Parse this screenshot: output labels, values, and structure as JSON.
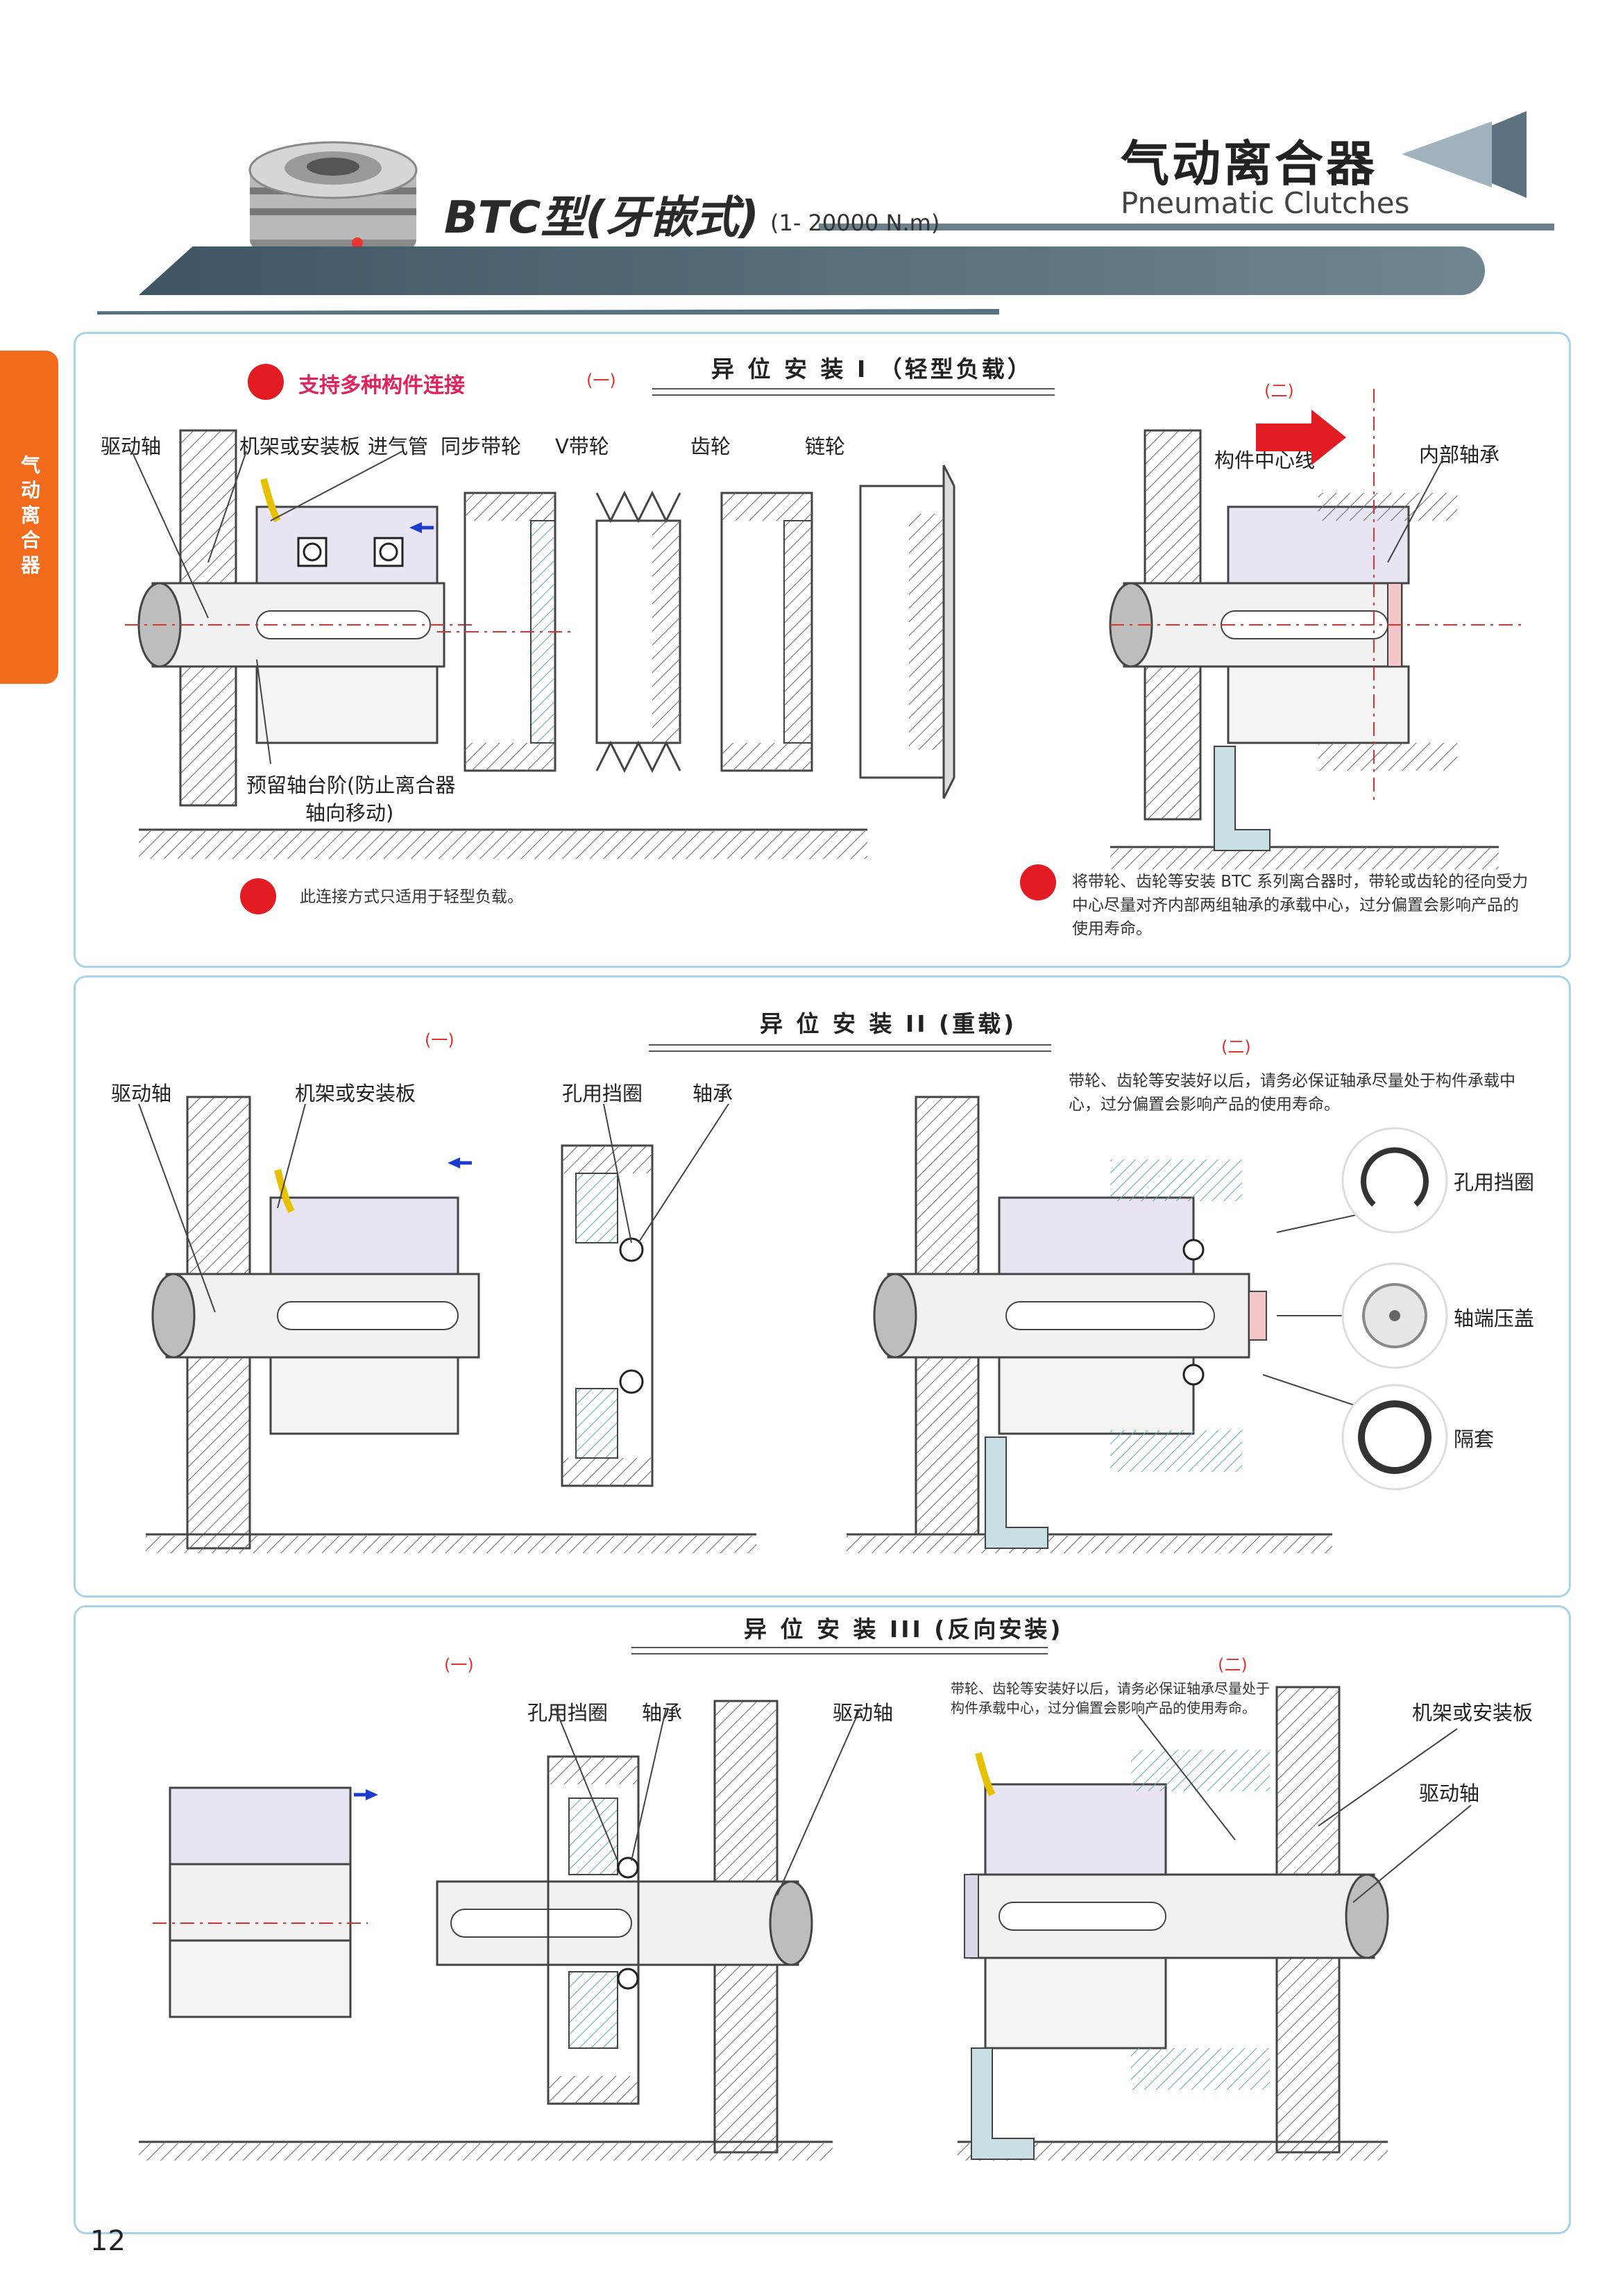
{
  "header": {
    "model": "BTC型(牙嵌式)",
    "range": "(1- 20000 N.m)",
    "title_cn": "气动离合器",
    "title_en": "Pneumatic Clutches"
  },
  "side_tab": "气动离合器",
  "page_number": "12",
  "colors": {
    "accent_orange": "#f26b1d",
    "red_dot": "#e31b23",
    "panel_border": "#a9d3e8",
    "header_band": "#4d6472"
  },
  "section1": {
    "title": "异 位 安 装 I （轻型负载）",
    "sub_a": "(一)",
    "sub_b": "(二)",
    "feature": "支持多种构件连接",
    "labels": {
      "drive_shaft": "驱动轴",
      "frame": "机架或安装板",
      "air_inlet": "进气管",
      "sync_pulley": "同步带轮",
      "v_pulley": "V带轮",
      "gear": "齿轮",
      "sprocket": "链轮",
      "shoulder_1": "预留轴台阶(防止离合器",
      "shoulder_2": "轴向移动)",
      "center_line": "构件中心线",
      "inner_bearing": "内部轴承"
    },
    "note_left": "此连接方式只适用于轻型负载。",
    "note_right_1": "将带轮、齿轮等安装 BTC 系列离合器时，带轮或齿轮的径向受力",
    "note_right_2": "中心尽量对齐内部两组轴承的承载中心，过分偏置会影响产品的",
    "note_right_3": "使用寿命。"
  },
  "section2": {
    "title": "异 位 安 装 II (重载)",
    "sub_a": "(一)",
    "sub_b": "(二)",
    "labels": {
      "drive_shaft": "驱动轴",
      "frame": "机架或安装板",
      "circlip": "孔用挡圈",
      "bearing": "轴承",
      "circlip_r": "孔用挡圈",
      "end_cap": "轴端压盖",
      "spacer": "隔套"
    },
    "note_1": "带轮、齿轮等安装好以后，请务必保证轴承尽量处于构件承载中",
    "note_2": "心，过分偏置会影响产品的使用寿命。"
  },
  "section3": {
    "title": "异 位 安 装 III (反向安装)",
    "sub_a": "(一)",
    "sub_b": "(二)",
    "labels": {
      "circlip": "孔用挡圈",
      "bearing": "轴承",
      "drive_shaft": "驱动轴",
      "frame": "机架或安装板",
      "drive_shaft_r": "驱动轴"
    },
    "note_1": "带轮、齿轮等安装好以后，请务必保证轴承尽量处于",
    "note_2": "构件承载中心，过分偏置会影响产品的使用寿命。"
  }
}
